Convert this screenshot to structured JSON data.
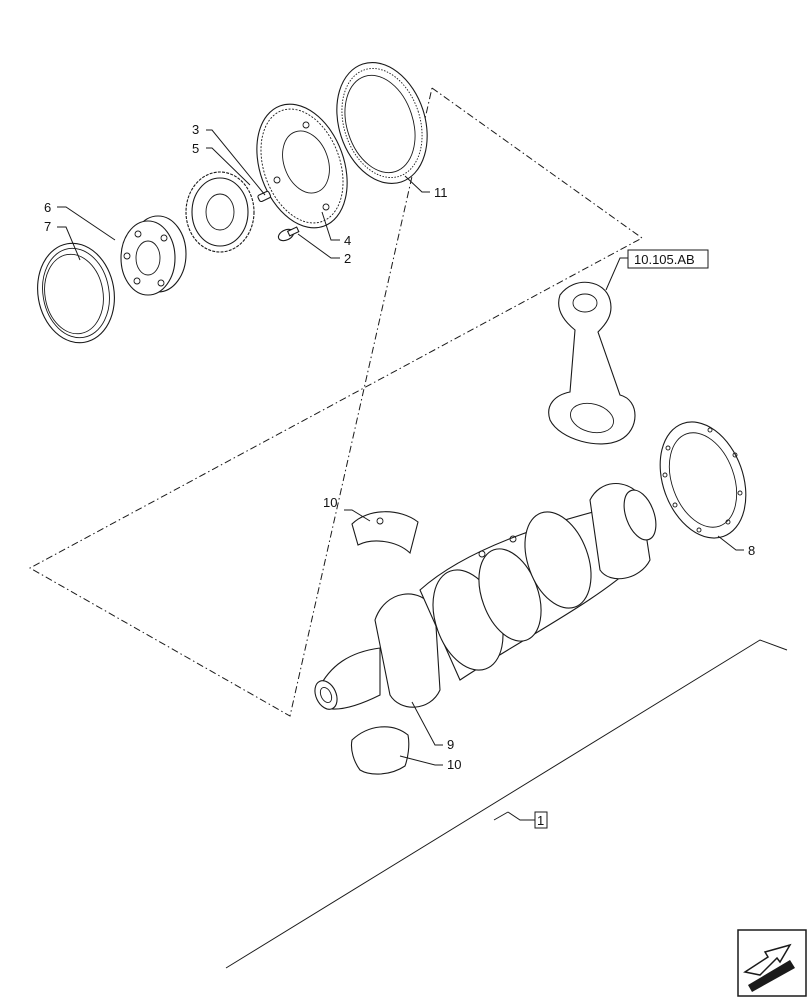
{
  "callouts": {
    "c1": "1",
    "c2": "2",
    "c3": "3",
    "c4": "4",
    "c5": "5",
    "c6": "6",
    "c7": "7",
    "c8": "8",
    "c9": "9",
    "c10a": "10",
    "c10b": "10",
    "c11": "11"
  },
  "reference": {
    "connecting_rod_ref": "10.105.AB"
  },
  "nav_icon": "arrow-icon",
  "colors": {
    "line": "#1a1a1a",
    "background": "#ffffff"
  }
}
